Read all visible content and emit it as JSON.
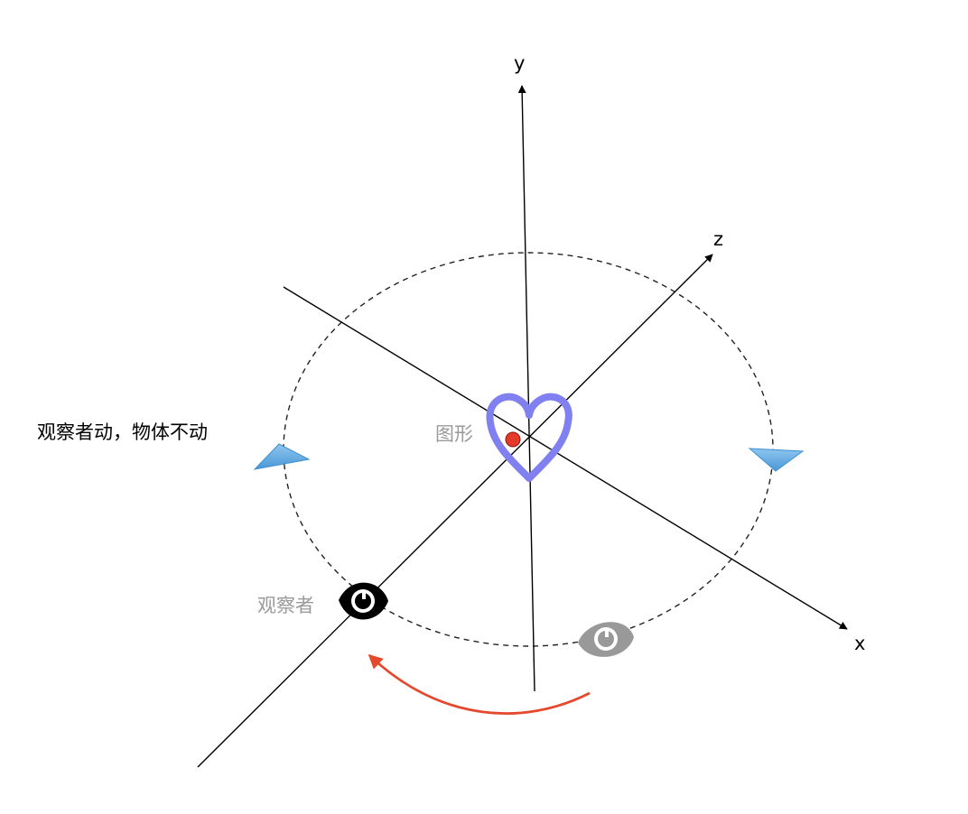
{
  "axes": {
    "x_label": "x",
    "y_label": "y",
    "z_label": "z"
  },
  "labels": {
    "caption": "观察者动，物体不动",
    "shape": "图形",
    "observer": "观察者"
  },
  "icons": {
    "shape": "heart-icon",
    "observer_current": "eye-icon",
    "observer_previous": "eye-icon",
    "rotation_arrow": "curved-arrow",
    "orbit_direction_markers": "triangle-icon"
  },
  "colors": {
    "heart": "#8080f0",
    "origin_dot": "#e53a2a",
    "rotation_arrow": "#e5482d",
    "observer_current": "#000000",
    "observer_previous": "#999999",
    "direction_marker": "#5aa6e0",
    "gray_text": "#9a9a9a"
  }
}
